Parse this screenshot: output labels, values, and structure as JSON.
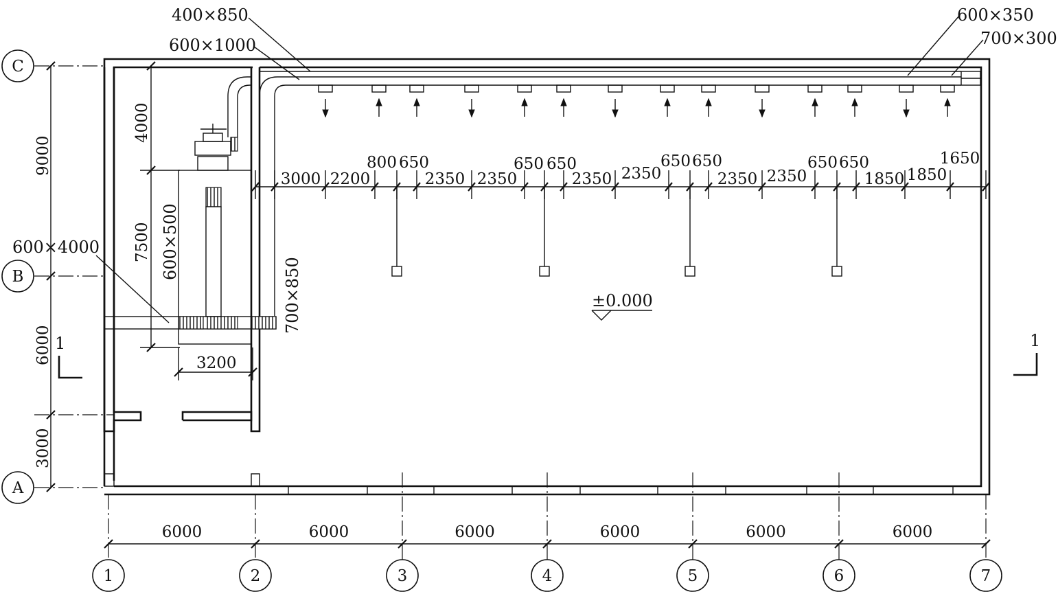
{
  "grid_lines": {
    "columns": [
      "1",
      "2",
      "3",
      "4",
      "5",
      "6",
      "7"
    ],
    "rows": [
      "C",
      "B",
      "A"
    ]
  },
  "dimensions": {
    "column_spacings": [
      "6000",
      "6000",
      "6000",
      "6000",
      "6000",
      "6000"
    ],
    "row_spacings": [
      "9000",
      "6000",
      "3000"
    ],
    "room_heights": [
      "4000",
      "7500"
    ],
    "door_width": "3200",
    "duct_spacing_chain": [
      "3000",
      "2200",
      "800",
      "650",
      "2350",
      "2350",
      "650",
      "650",
      "2350",
      "2350",
      "650",
      "650",
      "2350",
      "2350",
      "650",
      "650",
      "1850",
      "1850",
      "1650"
    ]
  },
  "duct_sizes": {
    "d1": "400×850",
    "d2": "600×1000",
    "d3": "600×350",
    "d4": "700×300",
    "d5": "600×4000",
    "d6": "600×500",
    "d7": "700×850"
  },
  "elevation_mark": "±0.000",
  "section_marks": [
    "1",
    "1"
  ]
}
